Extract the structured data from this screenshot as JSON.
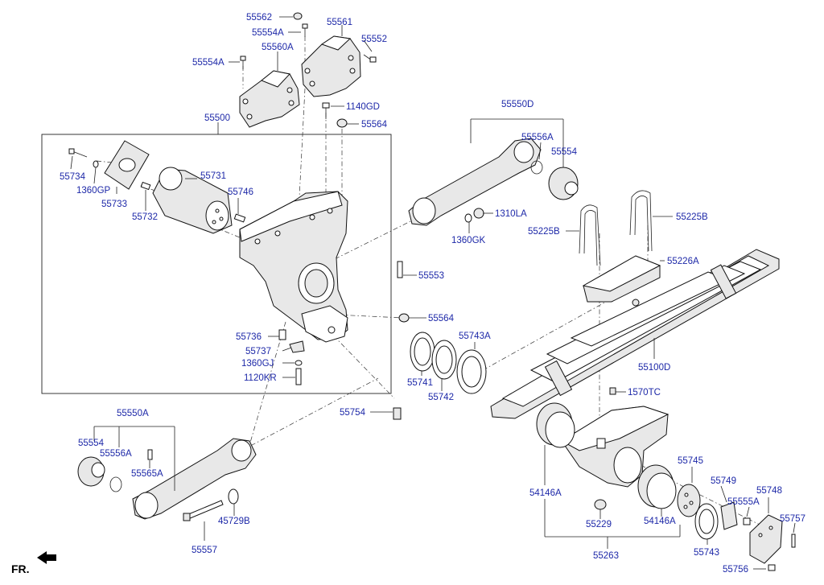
{
  "diagram": {
    "direction_label": "FR.",
    "label_color": "#1d28a8",
    "labels": {
      "p55562": "55562",
      "p55561": "55561",
      "p55554A_top": "55554A",
      "p55552": "55552",
      "p55560A": "55560A",
      "p55554A_left": "55554A",
      "p1140GD": "1140GD",
      "p55564_top": "55564",
      "p55500": "55500",
      "p55550D": "55550D",
      "p55556A_top": "55556A",
      "p55554_top": "55554",
      "p55731": "55731",
      "p55734": "55734",
      "p1360GP": "1360GP",
      "p55746": "55746",
      "p55733": "55733",
      "p55732": "55732",
      "p1310LA": "1310LA",
      "p1360GK": "1360GK",
      "p55225B_right": "55225B",
      "p55225B_left": "55225B",
      "p55226A": "55226A",
      "p55553": "55553",
      "p55564_mid": "55564",
      "p55743A": "55743A",
      "p55736": "55736",
      "p55737": "55737",
      "p1360GJ": "1360GJ",
      "p1120KR": "1120KR",
      "p55741": "55741",
      "p55742": "55742",
      "p55100D": "55100D",
      "p1570TC": "1570TC",
      "p55754": "55754",
      "p55550A": "55550A",
      "p55554_bot": "55554",
      "p55556A_bot": "55556A",
      "p55565A": "55565A",
      "p45729B": "45729B",
      "p55557": "55557",
      "p54146A_left": "54146A",
      "p55745": "55745",
      "p55749": "55749",
      "p55748": "55748",
      "p55555A": "55555A",
      "p55757": "55757",
      "p54146A_right": "54146A",
      "p55229": "55229",
      "p55743": "55743",
      "p55263": "55263",
      "p55756": "55756"
    }
  }
}
